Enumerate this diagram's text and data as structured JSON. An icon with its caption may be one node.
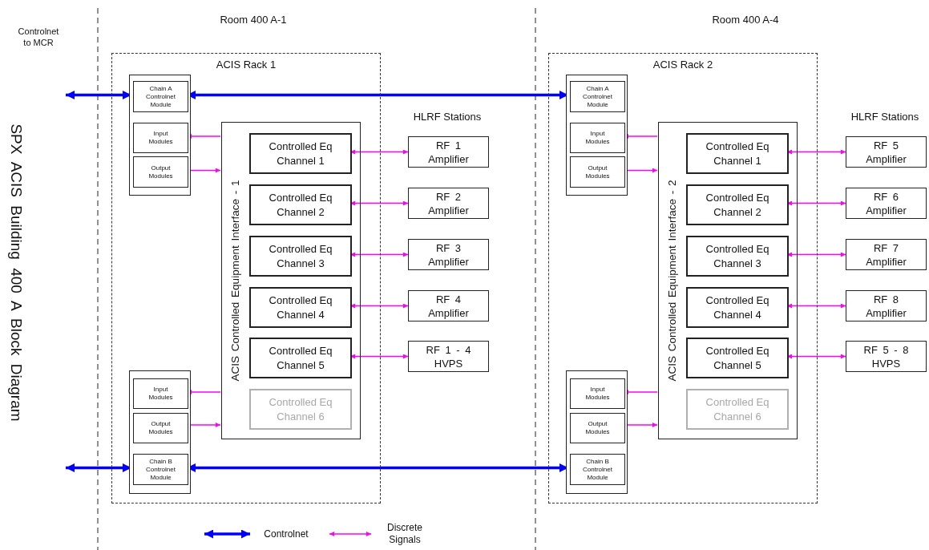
{
  "diagram": {
    "title": "SPX ACIS Building 400 A Block Diagram",
    "nodes": [
      {
        "text": [
          "ACIS Rack 1"
        ]
      },
      {
        "text": [],
        "shape": "box",
        "in": 0
      },
      {
        "text": [
          "Chain A Controlnet Module"
        ],
        "in": 1
      },
      {
        "text": [
          "Input Modules"
        ],
        "in": 1
      },
      {
        "text": [
          "Output Modules"
        ],
        "in": 1
      },
      {
        "text": [],
        "shape": "box",
        "in": 0
      },
      {
        "text": [
          "Input Modules"
        ],
        "in": 5
      },
      {
        "text": [
          "Output Modules"
        ],
        "in": 5
      },
      {
        "text": [
          "Chain B Controlnet Module"
        ],
        "in": 5
      },
      {
        "text": [
          "ACIS Controlled Equipment Interface - 1"
        ],
        "in": 0
      },
      {
        "text": [
          "Controlled Eq Channel 1"
        ],
        "in": 9
      },
      {
        "text": [
          "Controlled Eq Channel 2"
        ],
        "in": 9
      },
      {
        "text": [
          "Controlled Eq Channel 3"
        ],
        "in": 9
      },
      {
        "text": [
          "Controlled Eq Channel 4"
        ],
        "in": 9
      },
      {
        "text": [
          "Controlled Eq Channel 5"
        ],
        "in": 9
      },
      {
        "text": [
          "Controlled Eq Channel 6"
        ],
        "in": 9
      },
      {
        "text": [
          "RF 1 Amplifier"
        ]
      },
      {
        "text": [
          "RF 2 Amplifier"
        ]
      },
      {
        "text": [
          "RF 3 Amplifier"
        ]
      },
      {
        "text": [
          "RF 4 Amplifier"
        ]
      },
      {
        "text": [
          "RF 1 - 4 HVPS"
        ]
      },
      {
        "text": [
          "ACIS Rack 2"
        ]
      },
      {
        "text": [],
        "shape": "box",
        "in": 21
      },
      {
        "text": [
          "Chain A Controlnet Module"
        ],
        "in": 22
      },
      {
        "text": [
          "Input Modules"
        ],
        "in": 22
      },
      {
        "text": [
          "Output Modules"
        ],
        "in": 22
      },
      {
        "text": [],
        "shape": "box",
        "in": 21
      },
      {
        "text": [
          "Input Modules"
        ],
        "in": 26
      },
      {
        "text": [
          "Output Modules"
        ],
        "in": 26
      },
      {
        "text": [
          "Chain B Controlnet Module"
        ],
        "in": 26
      },
      {
        "text": [
          "ACIS Controlled Equipment Interface - 2"
        ],
        "in": 21
      },
      {
        "text": [
          "Controlled Eq Channel 1"
        ],
        "in": 30
      },
      {
        "text": [
          "Controlled Eq Channel 2"
        ],
        "in": 30
      },
      {
        "text": [
          "Controlled Eq Channel 3"
        ],
        "in": 30
      },
      {
        "text": [
          "Controlled Eq Channel 4"
        ],
        "in": 30
      },
      {
        "text": [
          "Controlled Eq Channel 5"
        ],
        "in": 30
      },
      {
        "text": [
          "Controlled Eq Channel 6"
        ],
        "in": 30
      },
      {
        "text": [
          "RF 5 Amplifier"
        ]
      },
      {
        "text": [
          "RF 6 Amplifier"
        ]
      },
      {
        "text": [
          "RF 7 Amplifier"
        ]
      },
      {
        "text": [
          "RF 8 Amplifier"
        ]
      },
      {
        "text": [
          "RF 5 - 8 HVPS"
        ]
      }
    ],
    "edges": [
      {
        "from": null,
        "to": 2,
        "arrow": "both",
        "style": "thick",
        "color": "#0000ff"
      },
      {
        "from": 2,
        "to": 23,
        "arrow": "both",
        "style": "thick",
        "color": "#0000ff"
      },
      {
        "from": null,
        "to": 8,
        "arrow": "both",
        "style": "thick",
        "color": "#0000ff"
      },
      {
        "from": 8,
        "to": 29,
        "arrow": "both",
        "style": "thick",
        "color": "#0000ff"
      },
      {
        "from": 9,
        "to": 3,
        "arrow": "to"
      },
      {
        "from": 4,
        "to": 9,
        "arrow": "to"
      },
      {
        "from": 9,
        "to": 6,
        "arrow": "to"
      },
      {
        "from": 7,
        "to": 9,
        "arrow": "to"
      },
      {
        "from": 10,
        "to": 16,
        "arrow": "both"
      },
      {
        "from": 11,
        "to": 17,
        "arrow": "both"
      },
      {
        "from": 12,
        "to": 18,
        "arrow": "both"
      },
      {
        "from": 13,
        "to": 19,
        "arrow": "both"
      },
      {
        "from": 14,
        "to": 20,
        "arrow": "both"
      },
      {
        "from": 30,
        "to": 24,
        "arrow": "to"
      },
      {
        "from": 25,
        "to": 30,
        "arrow": "to"
      },
      {
        "from": 30,
        "to": 27,
        "arrow": "to"
      },
      {
        "from": 28,
        "to": 30,
        "arrow": "to"
      },
      {
        "from": 31,
        "to": 37,
        "arrow": "both"
      },
      {
        "from": 32,
        "to": 38,
        "arrow": "both"
      },
      {
        "from": 33,
        "to": 39,
        "arrow": "both"
      },
      {
        "from": 34,
        "to": 40,
        "arrow": "both"
      },
      {
        "from": 35,
        "to": 41,
        "arrow": "both"
      }
    ],
    "labels": [
      "Room 400 A-1",
      "Room 400 A-4",
      "Controlnet to MCR",
      "HLRF Stations",
      "HLRF Stations"
    ],
    "legend": [
      {
        "text": "Controlnet"
      },
      {
        "text": "Discrete Signals"
      }
    ]
  }
}
